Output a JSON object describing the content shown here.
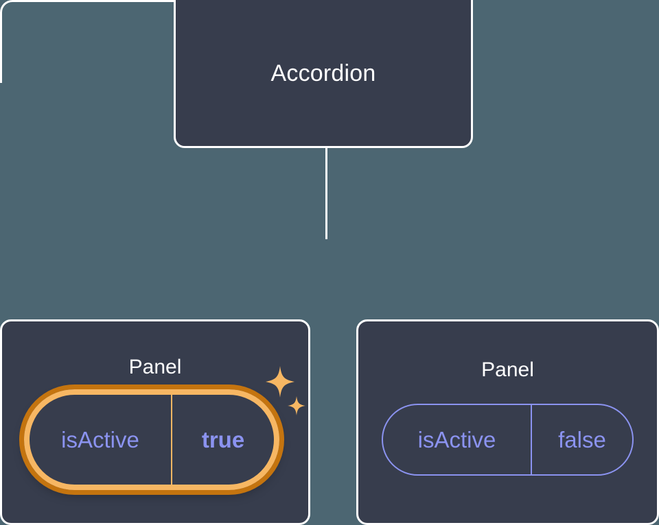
{
  "diagram": {
    "type": "component-tree",
    "background_color": "#4c6672",
    "node_fill_color": "#373d4d",
    "node_border_color": "#ffffff",
    "connector_color": "#ffffff",
    "accent_highlight_color": "#f7b763",
    "accent_glow_color": "#c4740f",
    "prop_text_color": "#8b93f0",
    "root": {
      "label": "Accordion"
    },
    "children": [
      {
        "label": "Panel",
        "highlighted": true,
        "prop": {
          "key": "isActive",
          "value": "true",
          "value_emphasis": "bold"
        },
        "decoration": "sparkles-icon"
      },
      {
        "label": "Panel",
        "highlighted": false,
        "prop": {
          "key": "isActive",
          "value": "false",
          "value_emphasis": "normal"
        }
      }
    ]
  }
}
